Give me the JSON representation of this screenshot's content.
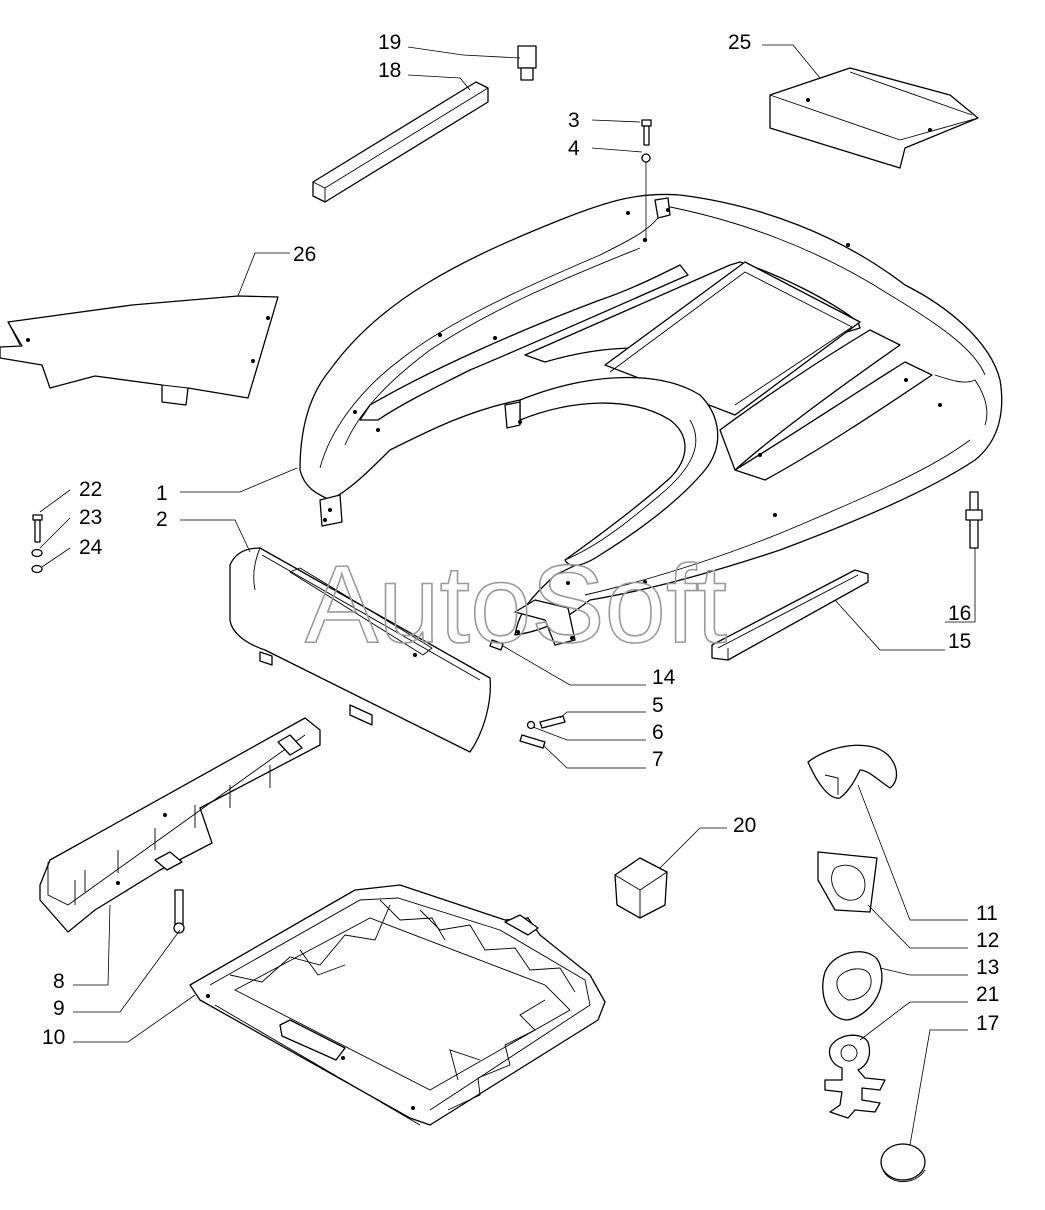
{
  "watermark": "AutoSoft",
  "callouts": [
    {
      "id": "c1",
      "number": "1"
    },
    {
      "id": "c2",
      "number": "2"
    },
    {
      "id": "c3",
      "number": "3"
    },
    {
      "id": "c4",
      "number": "4"
    },
    {
      "id": "c5",
      "number": "5"
    },
    {
      "id": "c6",
      "number": "6"
    },
    {
      "id": "c7",
      "number": "7"
    },
    {
      "id": "c8",
      "number": "8"
    },
    {
      "id": "c9",
      "number": "9"
    },
    {
      "id": "c10",
      "number": "10"
    },
    {
      "id": "c11",
      "number": "11"
    },
    {
      "id": "c12",
      "number": "12"
    },
    {
      "id": "c13",
      "number": "13"
    },
    {
      "id": "c14",
      "number": "14"
    },
    {
      "id": "c15",
      "number": "15"
    },
    {
      "id": "c16",
      "number": "16"
    },
    {
      "id": "c17",
      "number": "17"
    },
    {
      "id": "c18",
      "number": "18"
    },
    {
      "id": "c19",
      "number": "19"
    },
    {
      "id": "c20",
      "number": "20"
    },
    {
      "id": "c21",
      "number": "21"
    },
    {
      "id": "c22",
      "number": "22"
    },
    {
      "id": "c23",
      "number": "23"
    },
    {
      "id": "c24",
      "number": "24"
    },
    {
      "id": "c25",
      "number": "25"
    },
    {
      "id": "c26",
      "number": "26"
    }
  ]
}
